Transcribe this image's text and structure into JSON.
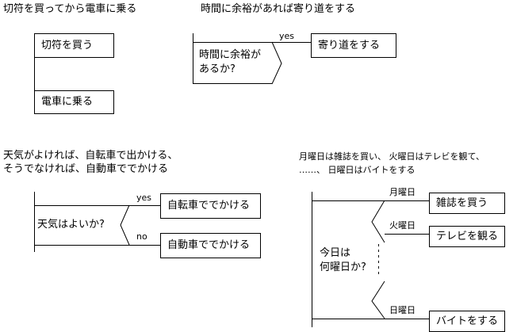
{
  "sequence": {
    "title": "切符を買ってから電車に乗る",
    "step1": "切符を買う",
    "step2": "電車に乗る"
  },
  "if_example": {
    "title": "時間に余裕があれば寄り道をする",
    "condition_line1": "時間に余裕が",
    "condition_line2": "あるか?",
    "yes_label": "yes",
    "yes_action": "寄り道をする"
  },
  "if_else_example": {
    "title_line1": "天気がよければ、自転車で出かける、",
    "title_line2": "そうでなければ、自動車ででかける",
    "condition": "天気はよいか?",
    "yes_label": "yes",
    "yes_action": "自転車ででかける",
    "no_label": "no",
    "no_action": "自動車ででかける"
  },
  "switch_example": {
    "title_line1": "月曜日は雑誌を買い、 火曜日はテレビを観て、",
    "title_line2": "……、 日曜日はバイトをする",
    "condition_line1": "今日は",
    "condition_line2": "何曜日か?",
    "case1_label": "月曜日",
    "case1_action": "雑誌を買う",
    "case2_label": "火曜日",
    "case2_action": "テレビを観る",
    "case3_label": "日曜日",
    "case3_action": "バイトをする"
  }
}
